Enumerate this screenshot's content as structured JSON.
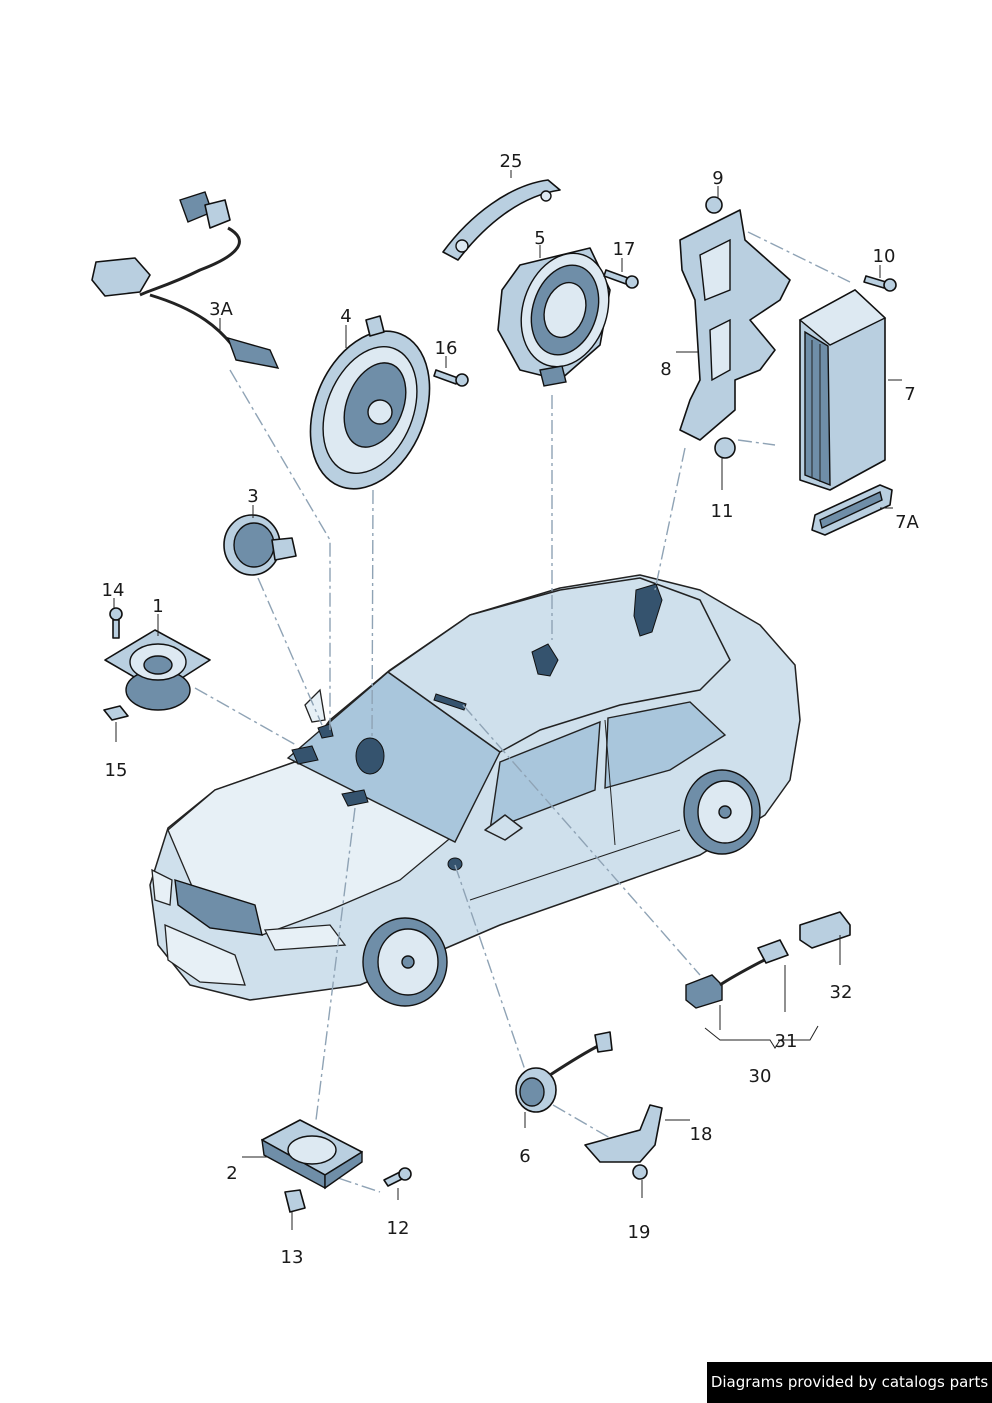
{
  "footer": {
    "text": "Diagrams provided by catalogs parts"
  },
  "callouts": {
    "c1": "1",
    "c2": "2",
    "c3": "3",
    "c3a": "3A",
    "c4": "4",
    "c5": "5",
    "c6": "6",
    "c7": "7",
    "c7a": "7A",
    "c8": "8",
    "c9": "9",
    "c10": "10",
    "c11": "11",
    "c12": "12",
    "c13": "13",
    "c14": "14",
    "c15": "15",
    "c16": "16",
    "c17": "17",
    "c18": "18",
    "c19": "19",
    "c25": "25",
    "c30": "30",
    "c31": "31",
    "c32": "32"
  }
}
